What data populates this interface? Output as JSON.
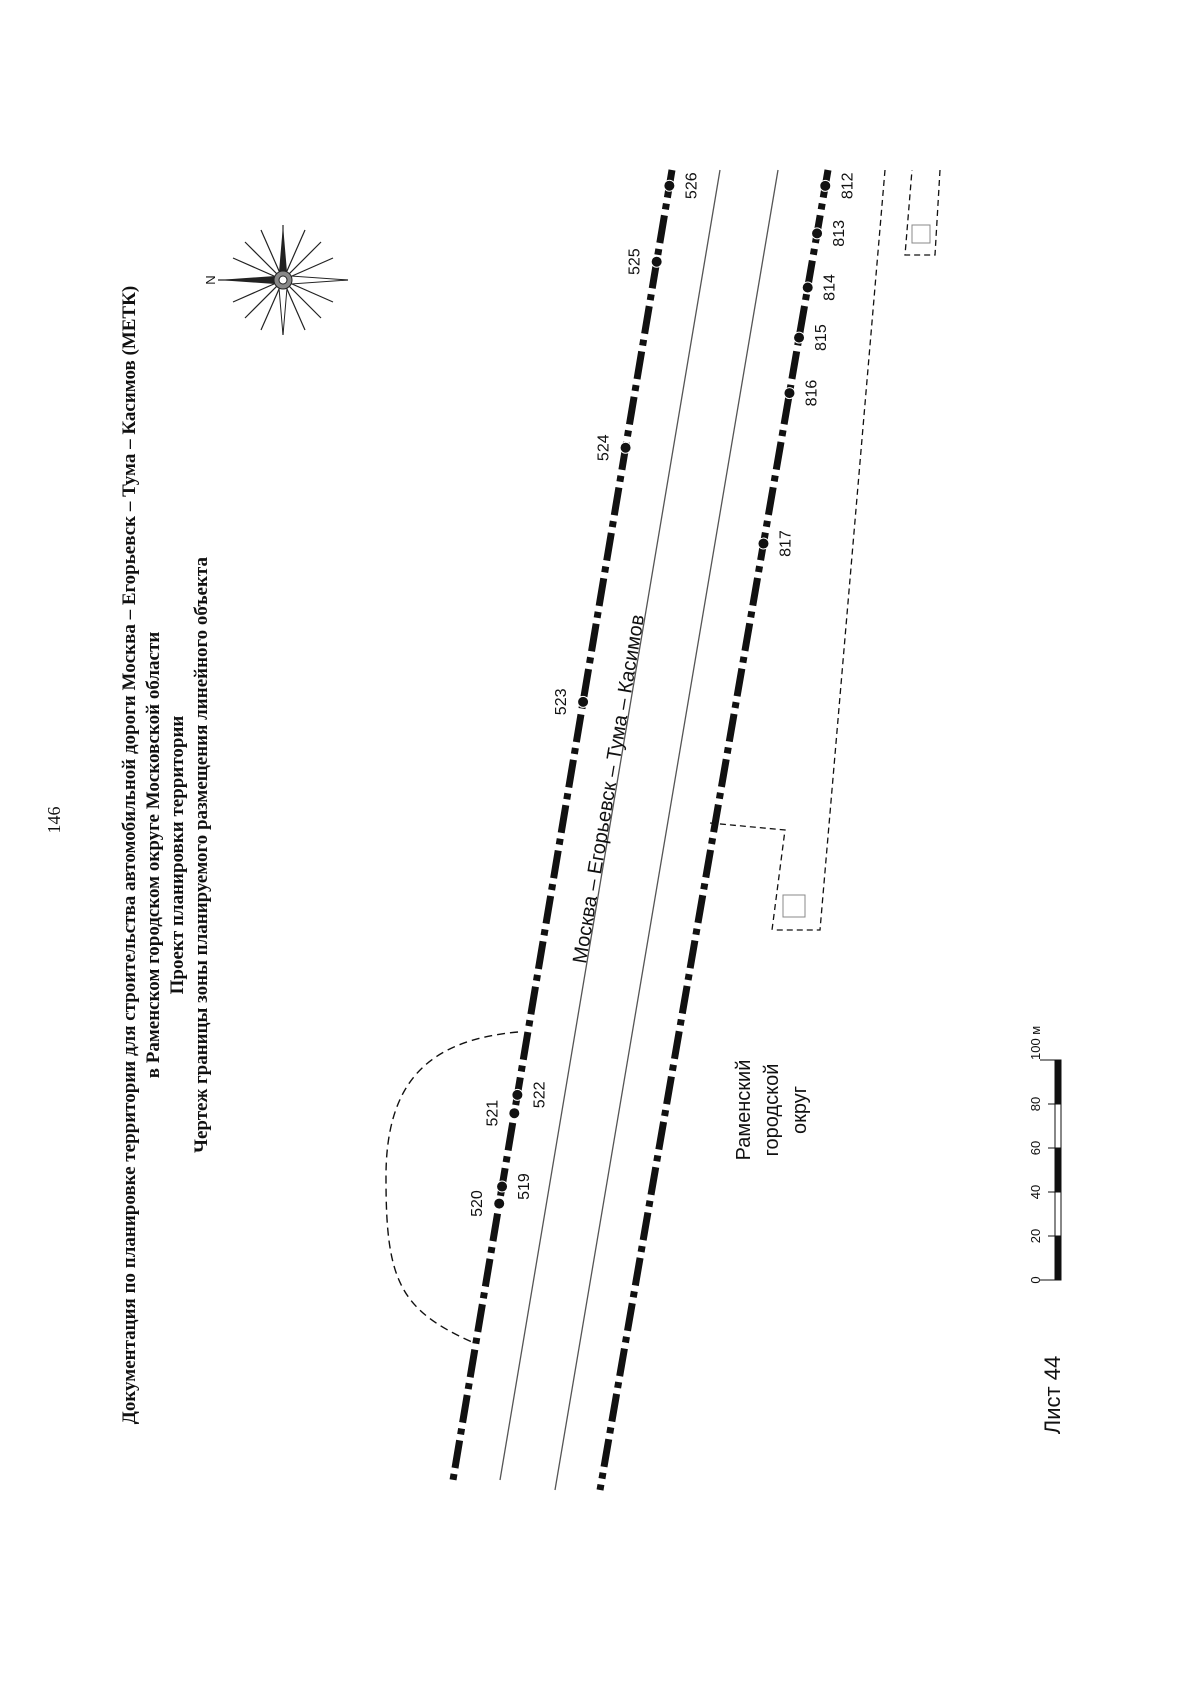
{
  "page_number": "146",
  "title_lines": [
    "Документация по планировке территории для строительства автомобильной дороги Москва – Егорьевск – Тума – Касимов (МЕТК)",
    "в Раменском городском округе Московской области",
    "Проект планировки территории",
    "Чертеж границы зоны планируемого размещения линейного объекта"
  ],
  "compass_label": "N",
  "road_name": "Москва – Егорьевск – Тума – Касимов",
  "district_lines": [
    "Раменский",
    "городской",
    "округ"
  ],
  "scale_bar": {
    "ticks": [
      "0",
      "20",
      "40",
      "60",
      "80",
      "100 м"
    ]
  },
  "sheet_label": "Лист 44",
  "upper_points": [
    {
      "label": "520",
      "side": "left"
    },
    {
      "label": "519",
      "side": "right"
    },
    {
      "label": "521",
      "side": "left"
    },
    {
      "label": "522",
      "side": "right"
    },
    {
      "label": "523",
      "side": "left"
    },
    {
      "label": "524",
      "side": "left"
    },
    {
      "label": "525",
      "side": "left"
    },
    {
      "label": "526",
      "side": "right"
    }
  ],
  "lower_points": [
    {
      "label": "817"
    },
    {
      "label": "816"
    },
    {
      "label": "815"
    },
    {
      "label": "814"
    },
    {
      "label": "813"
    },
    {
      "label": "812"
    }
  ]
}
